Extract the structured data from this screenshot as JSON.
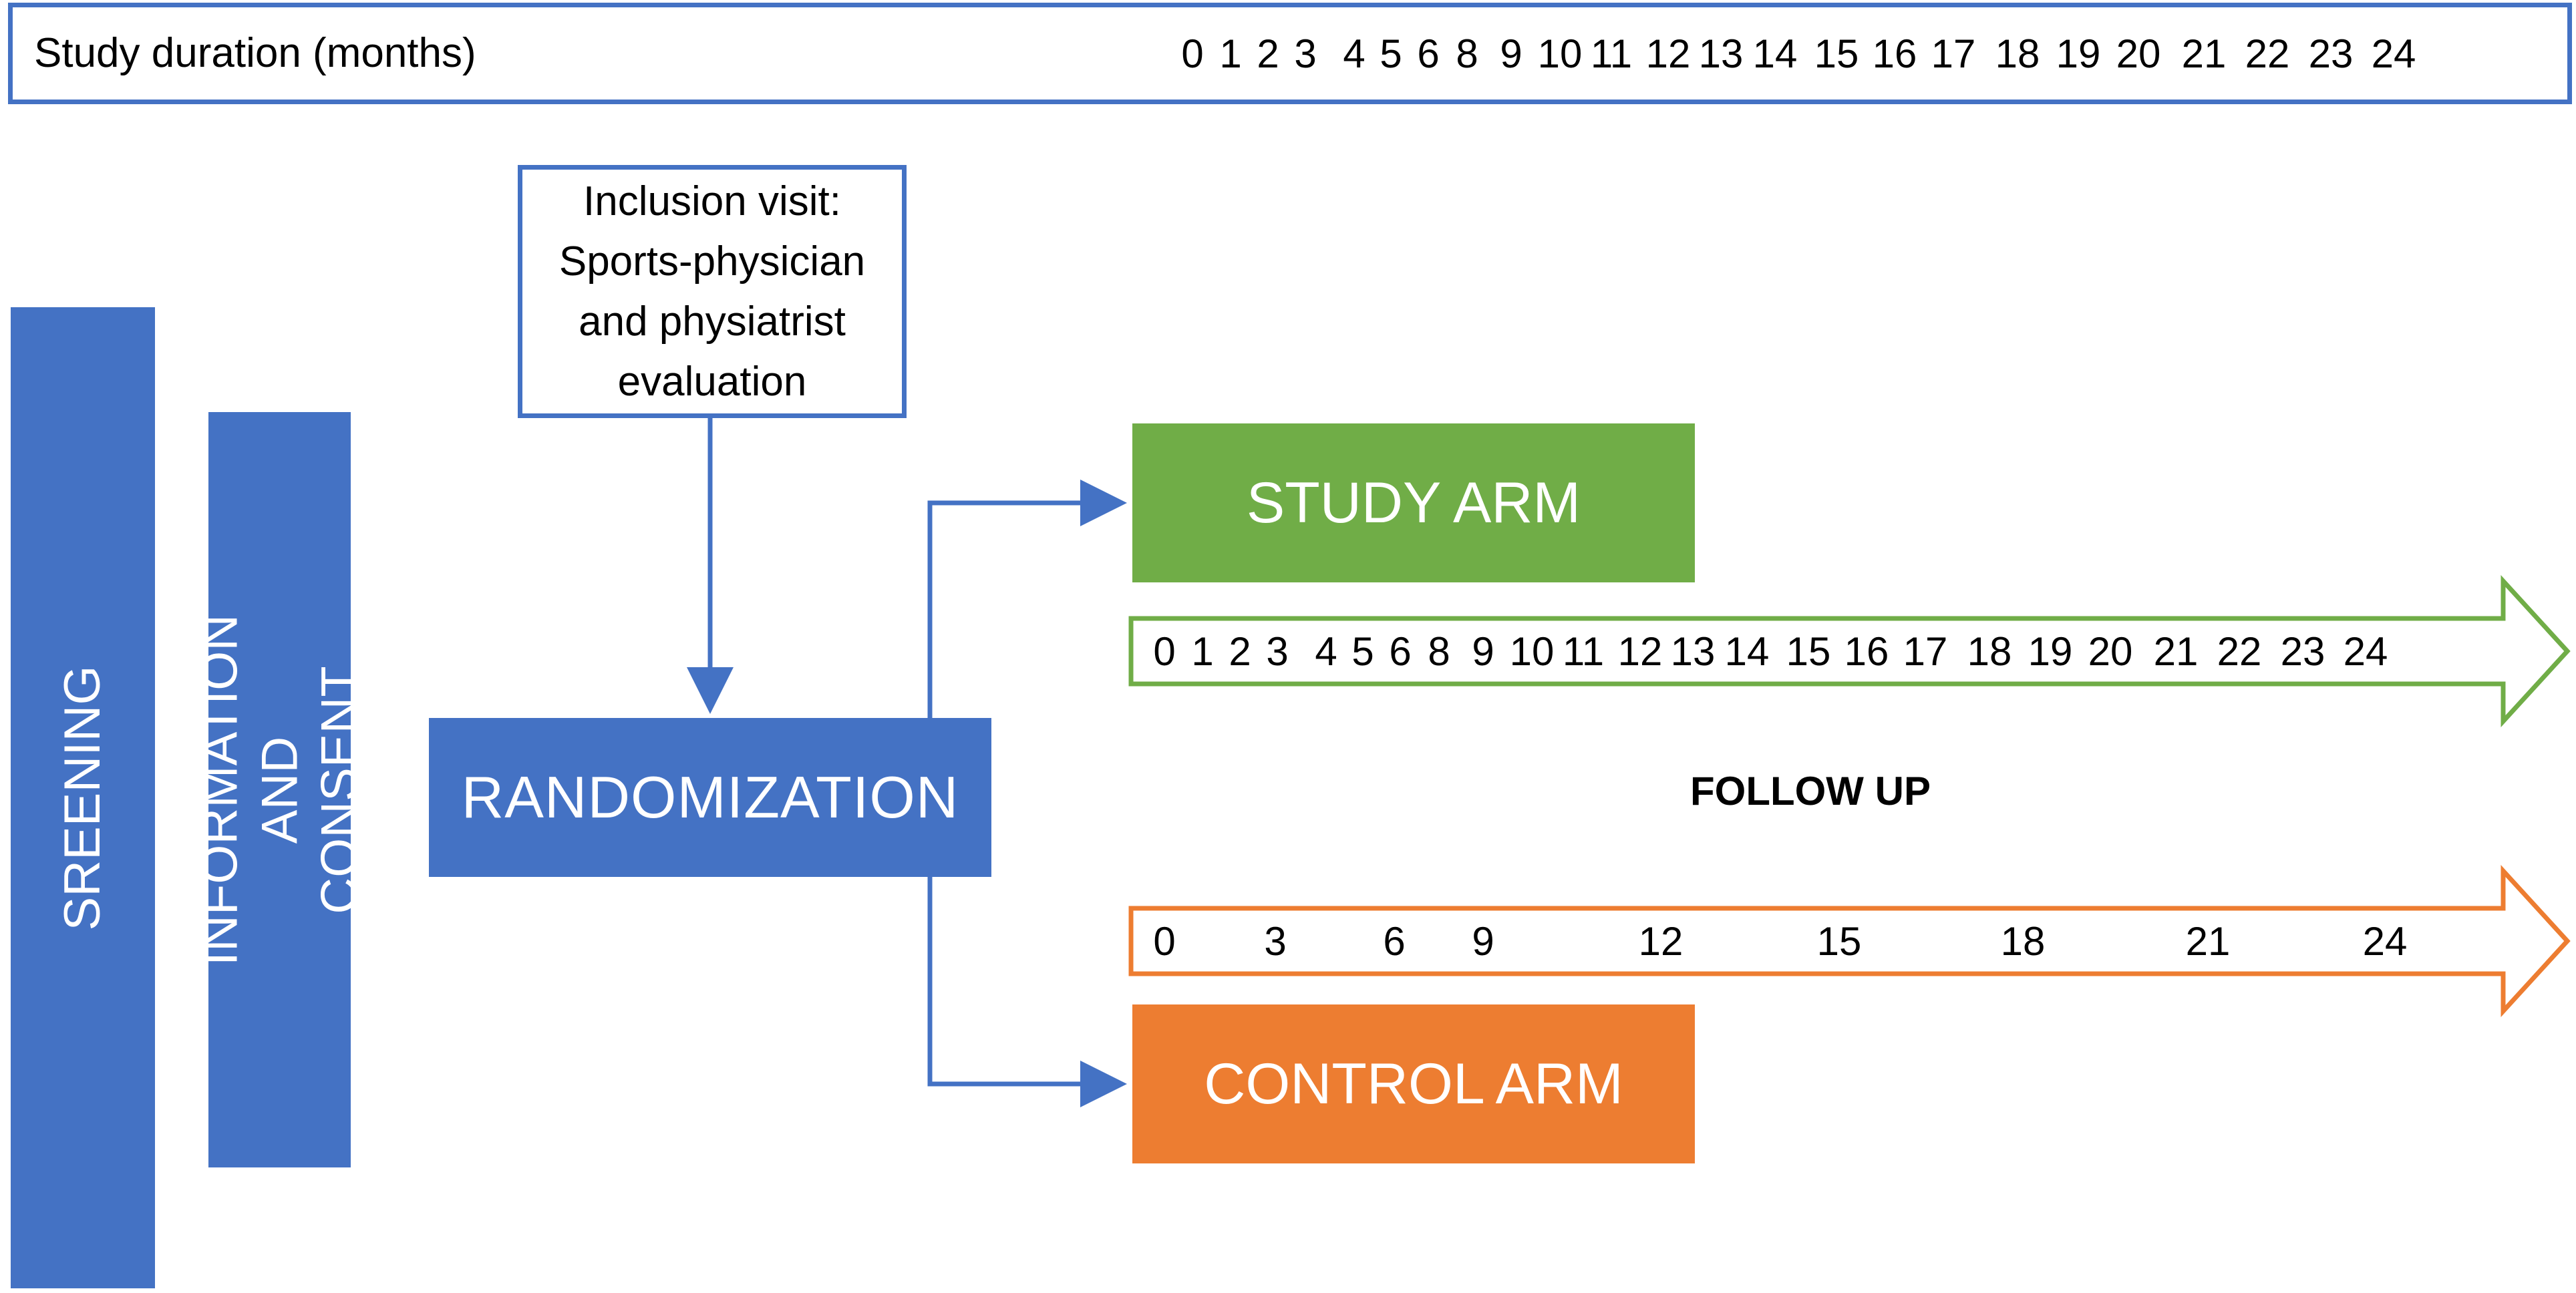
{
  "header": {
    "label": "Study duration (months)",
    "months": [
      "0",
      "1",
      "2",
      "3",
      "4",
      "5",
      "6",
      "8",
      "9",
      "10",
      "11",
      "12",
      "13",
      "14",
      "15",
      "16",
      "17",
      "18",
      "19",
      "20",
      "21",
      "22",
      "23",
      "24"
    ]
  },
  "blocks": {
    "screening": "SREENING",
    "consent": "INFORMATION AND\nCONSENT",
    "inclusion": "Inclusion visit:\nSports-physician\nand physiatrist\nevaluation",
    "randomization": "RANDOMIZATION"
  },
  "arms": {
    "study": {
      "label": "STUDY ARM",
      "months": [
        "0",
        "1",
        "2",
        "3",
        "4",
        "5",
        "6",
        "8",
        "9",
        "10",
        "11",
        "12",
        "13",
        "14",
        "15",
        "16",
        "17",
        "18",
        "19",
        "20",
        "21",
        "22",
        "23",
        "24"
      ]
    },
    "control": {
      "label": "CONTROL ARM",
      "months": [
        "0",
        "3",
        "6",
        "9",
        "12",
        "15",
        "18",
        "21",
        "24"
      ]
    }
  },
  "follow_up_label": "FOLLOW UP",
  "colors": {
    "blue": "#4472c4",
    "green": "#70ad47",
    "orange": "#ed7d31"
  }
}
